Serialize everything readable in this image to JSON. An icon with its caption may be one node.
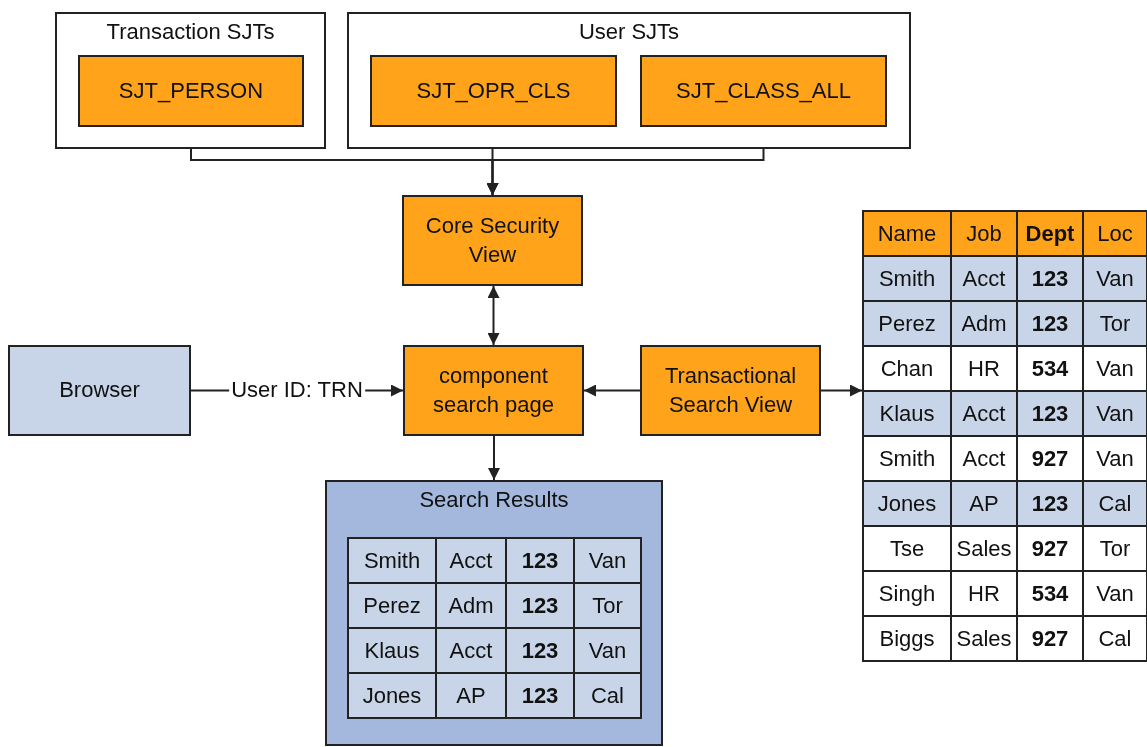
{
  "diagram": {
    "nodes": [
      {
        "text": [
          "Transaction SJTs"
        ]
      },
      {
        "text": [
          "SJT_PERSON"
        ],
        "in": 0
      },
      {
        "text": [
          "User SJTs"
        ]
      },
      {
        "text": [
          "SJT_OPR_CLS"
        ],
        "in": 2
      },
      {
        "text": [
          "SJT_CLASS_ALL"
        ],
        "in": 2
      },
      {
        "text": [
          "Core Security View"
        ]
      },
      {
        "text": [
          "Browser"
        ]
      },
      {
        "text": [
          "component search page"
        ]
      },
      {
        "text": [
          "Transactional Search View"
        ]
      },
      {
        "text": [],
        "shape": "table"
      },
      {
        "text": [
          "Search Results"
        ]
      }
    ],
    "edges": [
      {
        "from": 1,
        "to": 5,
        "arrow": "to"
      },
      {
        "from": 3,
        "to": 5,
        "arrow": "to"
      },
      {
        "from": 4,
        "to": 5,
        "arrow": "to"
      },
      {
        "from": 5,
        "to": 7,
        "arrow": "both"
      },
      {
        "from": 6,
        "to": 7,
        "arrow": "to",
        "label": "User ID: TRN"
      },
      {
        "from": 8,
        "to": 7,
        "arrow": "to"
      },
      {
        "from": 8,
        "to": 9,
        "arrow": "to"
      },
      {
        "from": 7,
        "to": 10,
        "arrow": "to"
      }
    ],
    "labels": [
      "Name",
      "Job",
      "Dept",
      "Loc",
      "Smith",
      "Acct",
      "123",
      "Van",
      "Perez",
      "Adm",
      "123",
      "Tor",
      "Chan",
      "HR",
      "534",
      "Van",
      "Klaus",
      "Acct",
      "123",
      "Van",
      "Smith",
      "Acct",
      "927",
      "Van",
      "Jones",
      "AP",
      "123",
      "Cal",
      "Tse",
      "Sales",
      "927",
      "Tor",
      "Singh",
      "HR",
      "534",
      "Van",
      "Biggs",
      "Sales",
      "927",
      "Cal",
      "Smith",
      "Acct",
      "123",
      "Van",
      "Perez",
      "Adm",
      "123",
      "Tor",
      "Klaus",
      "Acct",
      "123",
      "Van",
      "Jones",
      "AP",
      "123",
      "Cal"
    ]
  }
}
